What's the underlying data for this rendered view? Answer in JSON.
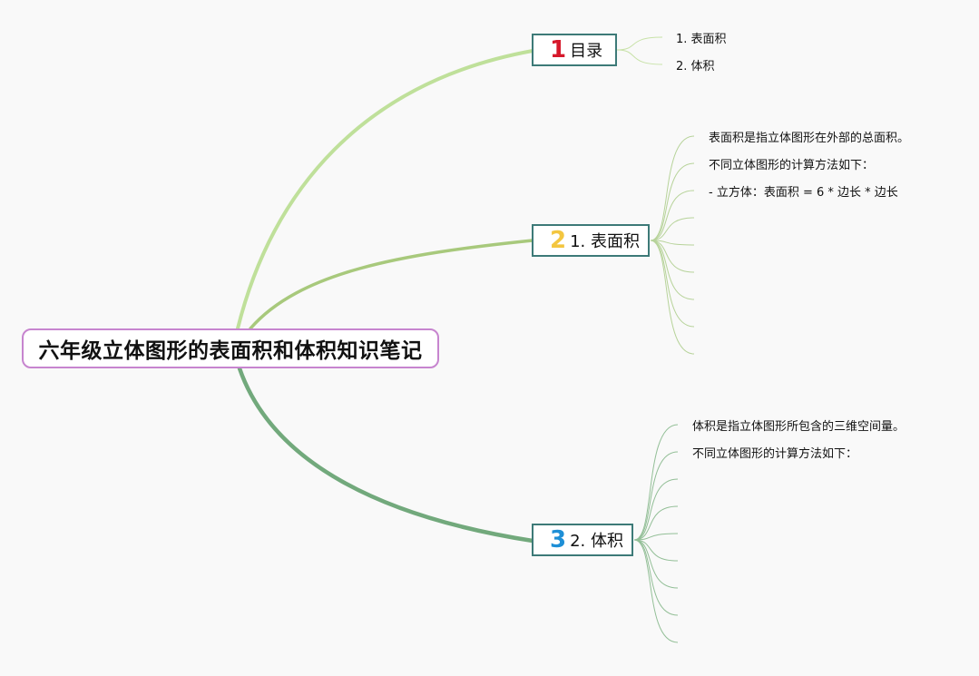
{
  "root": {
    "title": "六年级立体图形的表面积和体积知识笔记",
    "border_color": "#c785cf"
  },
  "branches": [
    {
      "number": "1",
      "number_color": "#d6182b",
      "label": "目录",
      "line_color": "#bfe09a",
      "children": [
        "1. 表面积",
        "2. 体积"
      ]
    },
    {
      "number": "2",
      "number_color": "#f3c640",
      "label": "1. 表面积",
      "line_color": "#a8c97c",
      "children": [
        "表面积是指立体图形在外部的总面积。",
        "不同立体图形的计算方法如下：",
        "- 立方体：表面积 = 6 * 边长 * 边长",
        "",
        "",
        "",
        "",
        "",
        "",
        ""
      ]
    },
    {
      "number": "3",
      "number_color": "#1e8fd6",
      "label": "2. 体积",
      "line_color": "#72a97c",
      "children": [
        "体积是指立体图形所包含的三维空间量。",
        "不同立体图形的计算方法如下：",
        "",
        "",
        "",
        "",
        "",
        "",
        "",
        ""
      ]
    }
  ]
}
